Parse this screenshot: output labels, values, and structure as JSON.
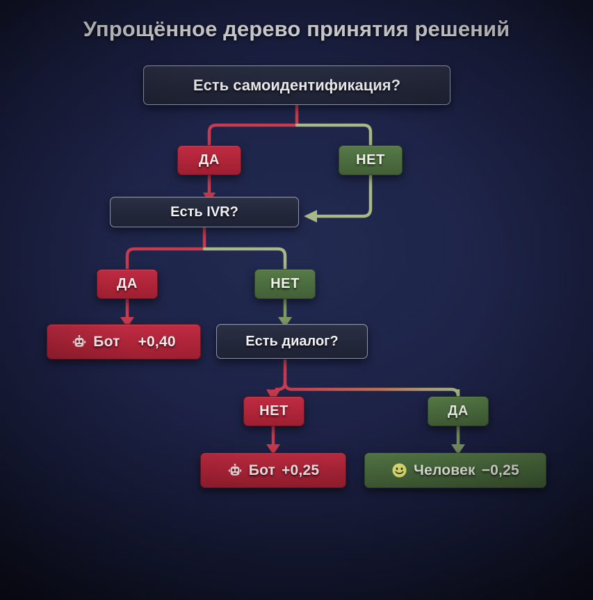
{
  "title": "Упрощённое дерево принятия решений",
  "colors": {
    "background": "#1b2042",
    "question_fill": "#262b3d",
    "question_border": "#8d94ad",
    "red": "#ae2438",
    "red_border": "#6e1522",
    "green": "#4b6c3e",
    "green_border": "#31492a",
    "red_link": "#c83a4e",
    "green_link": "#a8b886",
    "title_text": "#e9e9ec"
  },
  "nodes": {
    "root_question": "Есть самоидентификация?",
    "ivr_question": "Есть IVR?",
    "dialog_question": "Есть диалог?"
  },
  "branches": {
    "root_yes": "ДА",
    "root_no": "НЕТ",
    "ivr_yes": "ДА",
    "ivr_no": "НЕТ",
    "dialog_no": "НЕТ",
    "dialog_yes": "ДА"
  },
  "leaves": {
    "bot_040": {
      "icon": "robot-icon",
      "label": "Бот",
      "score": "+0,40"
    },
    "bot_025": {
      "icon": "robot-icon",
      "label": "Бот",
      "score": "+0,25"
    },
    "human_025": {
      "icon": "smiley-icon",
      "label": "Человек",
      "score": "−0,25"
    }
  }
}
